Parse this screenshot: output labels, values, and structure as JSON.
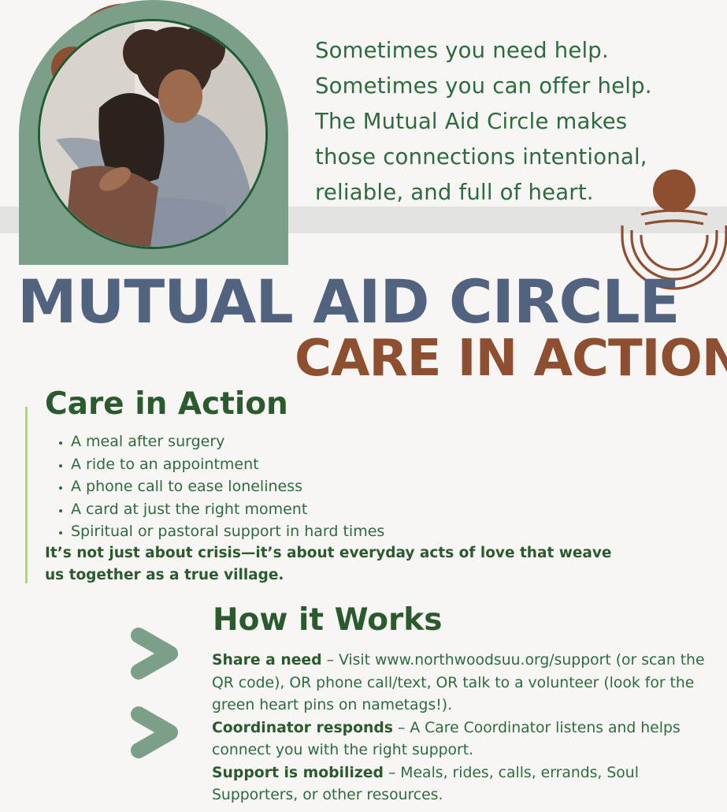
{
  "intro": {
    "lines": [
      "Sometimes you need help.",
      "Sometimes you can offer help.",
      "The Mutual Aid Circle makes",
      "those connections intentional,",
      "reliable, and full of heart."
    ]
  },
  "title": "MUTUAL AID CIRCLE",
  "subtitle": "CARE IN ACTION",
  "care_section": {
    "heading": "Care in Action",
    "items": [
      "A meal after surgery",
      "A ride to an appointment",
      "A phone call to ease loneliness",
      "A card at just the right moment",
      "Spiritual or pastoral support in hard times"
    ],
    "tagline": "It’s not just about crisis—it’s about everyday acts of love that weave us together as a true village."
  },
  "how_section": {
    "heading": "How it Works",
    "steps": [
      {
        "title": "Share a need",
        "text": " – Visit www.northwoodsuu.org/support (or scan the QR code), OR phone call/text, OR talk to a volunteer (look for the green heart pins on nametags!)."
      },
      {
        "title": "Coordinator responds",
        "text": " – A Care Coordinator listens and helps connect you with the right support."
      },
      {
        "title": "Support is mobilized",
        "text": " – Meals, rides, calls, errands, Soul Supporters, or other resources."
      }
    ]
  },
  "colors": {
    "sage": "#7c9f8a",
    "dark_green": "#2a5a2e",
    "slate_blue": "#51637f",
    "rust": "#8e4f31",
    "light_gray": "#e3e3e2"
  },
  "icons": [
    "chevron-right-icon",
    "chevron-right-icon"
  ]
}
